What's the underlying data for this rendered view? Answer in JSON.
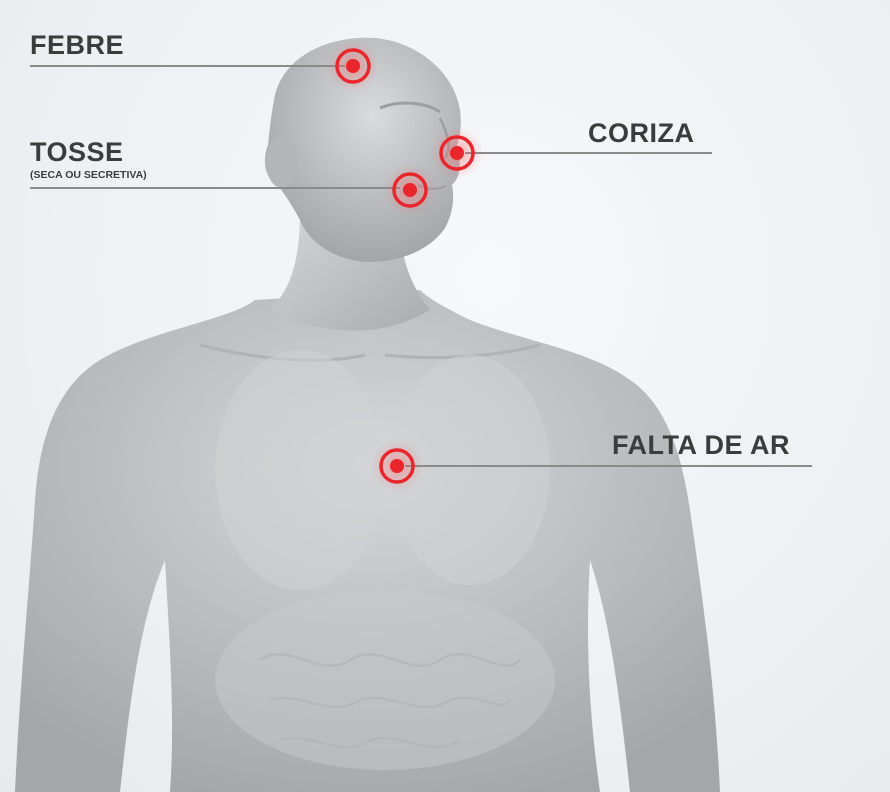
{
  "labels": {
    "febre": "FEBRE",
    "tosse": "TOSSE",
    "tosse_detail": "(SECA OU SECRETIVA)",
    "coriza": "CORIZA",
    "falta_de_ar": "FALTA DE AR"
  },
  "colors": {
    "marker": "#e8262c",
    "leader_line": "#8a8a8a",
    "text": "#3c3c3c",
    "background": "#f2f3f5",
    "figure": "#bfc1c4"
  }
}
